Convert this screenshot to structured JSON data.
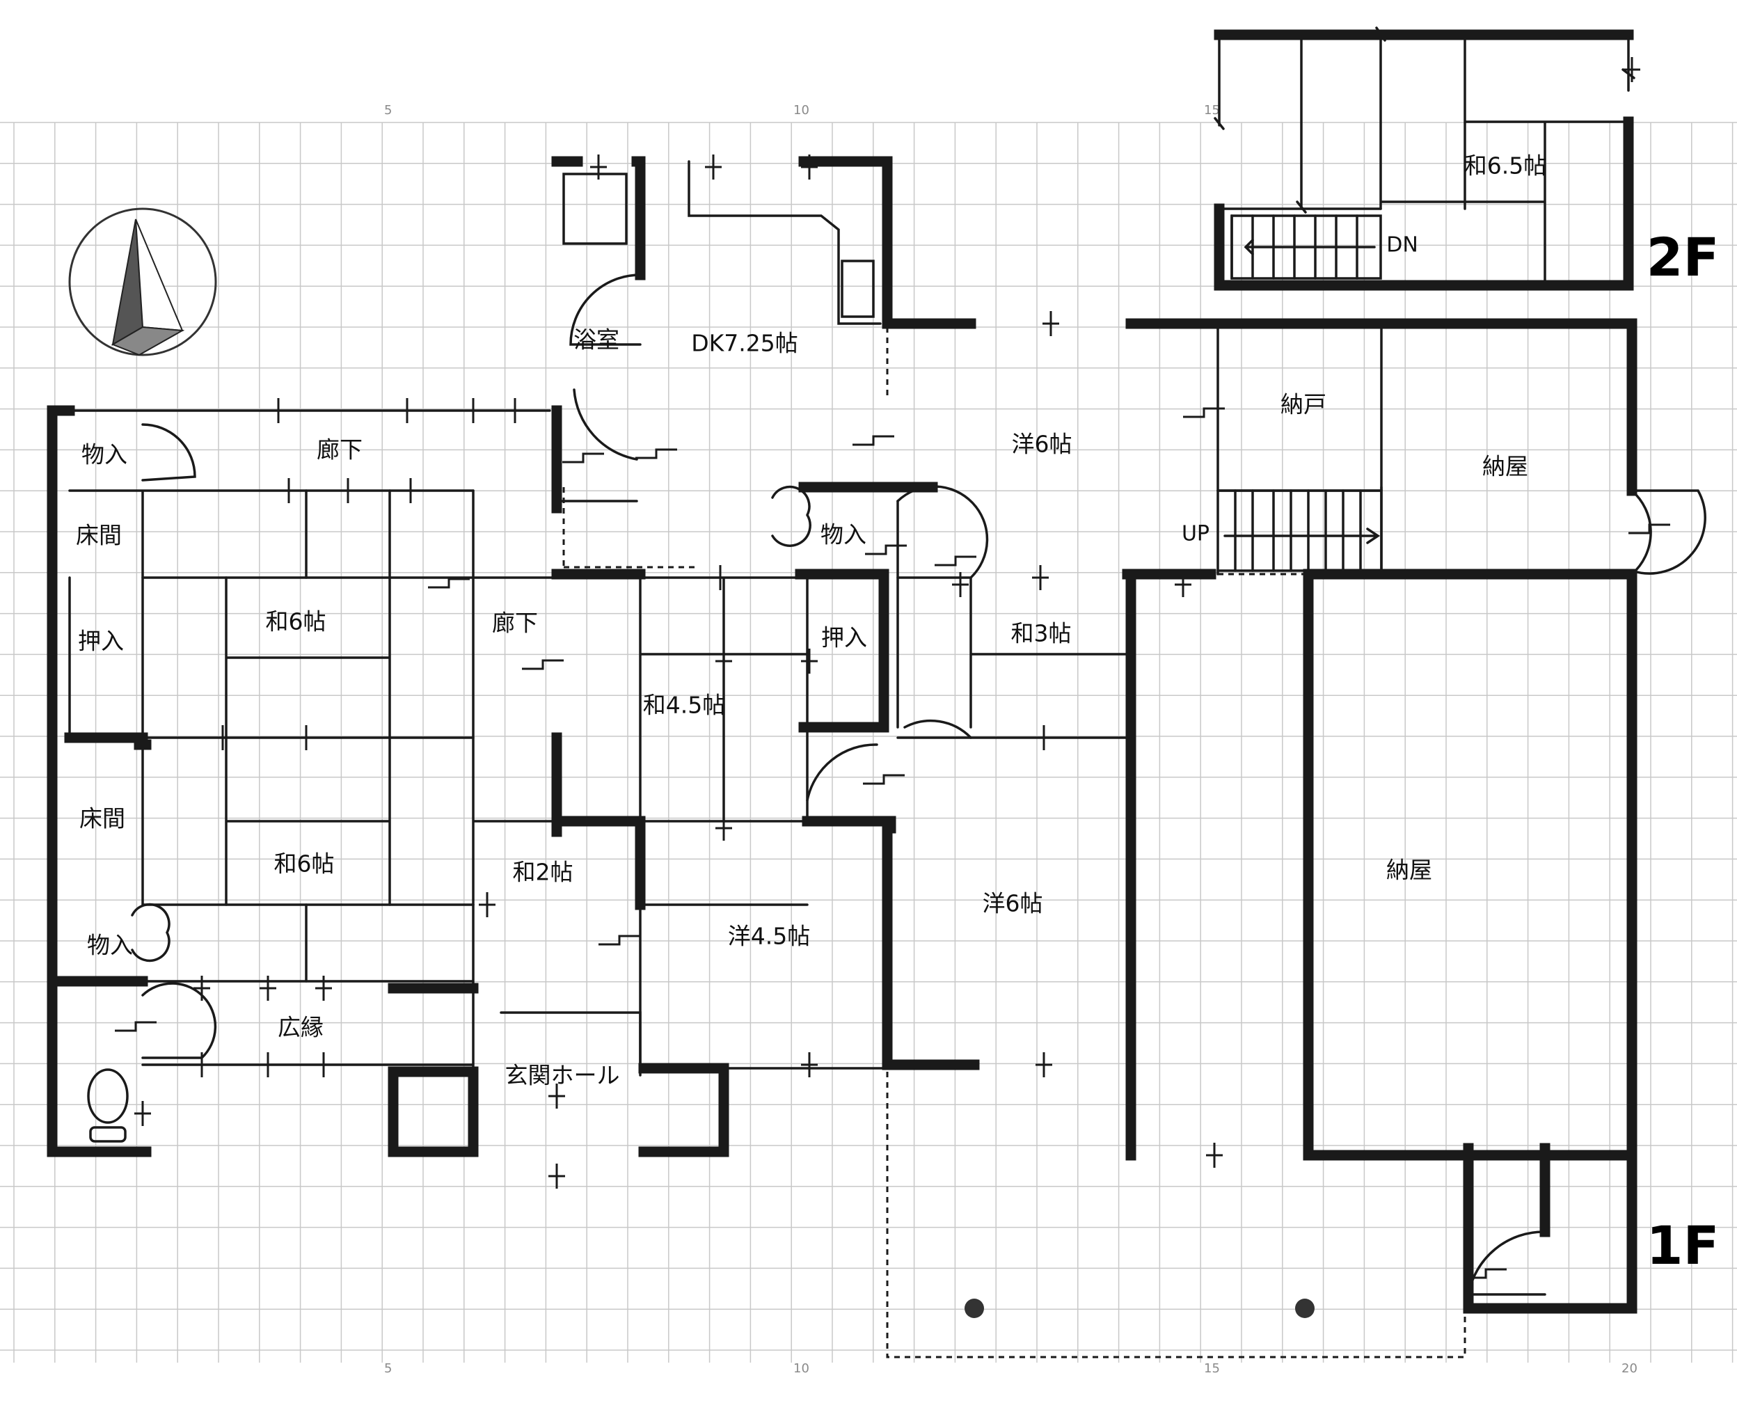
{
  "grid_numbers": [
    "5",
    "10",
    "15",
    "20"
  ],
  "floors": {
    "upper": "2F",
    "lower": "1F"
  },
  "stair_labels": {
    "down": "DN",
    "up": "UP"
  },
  "rooms": {
    "bath": "浴室",
    "dk": "DK7.25帖",
    "western6_top": "洋6帖",
    "nando": "納戸",
    "naya_small": "納屋",
    "naya_large": "納屋",
    "monoire_top": "物入",
    "roka_top": "廊下",
    "tokonoma_top": "床間",
    "oshiire_left": "押入",
    "wa6_top": "和6帖",
    "roka_mid": "廊下",
    "monoire_mid": "物入",
    "wa45": "和4.5帖",
    "oshiire_mid": "押入",
    "wa3": "和3帖",
    "tokonoma_bottom": "床間",
    "wa6_bottom": "和6帖",
    "wa2": "和2帖",
    "western6_bottom": "洋6帖",
    "monoire_bottom": "物入",
    "western45": "洋4.5帖",
    "hiroen": "広縁",
    "genkan": "玄関ホール",
    "wa65": "和6.5帖"
  }
}
